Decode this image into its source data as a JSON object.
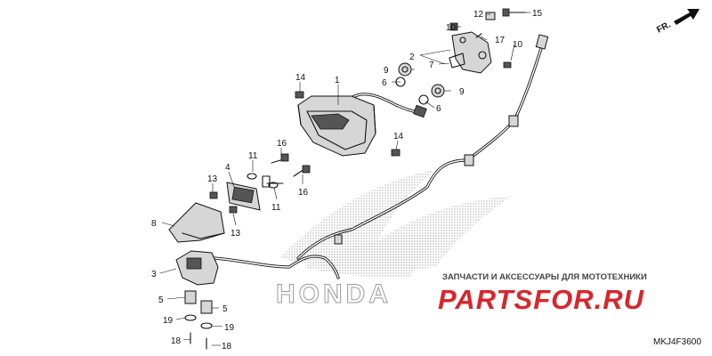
{
  "orientation": {
    "label": "FR."
  },
  "diagram_code": "MKJ4F3600",
  "watermark": {
    "top_text": "ЗАПЧАСТИ И АКСЕССУАРЫ ДЛЯ МОТОТЕХНИКИ",
    "brand_text": "PARTSFOR.RU",
    "logo_text": "HONDA",
    "brand_color": "#d9262c"
  },
  "callouts": {
    "c1": "1",
    "c2": "2",
    "c3": "3",
    "c4": "4",
    "c5a": "5",
    "c5b": "5",
    "c6a": "6",
    "c6b": "6",
    "c7": "7",
    "c8": "8",
    "c9a": "9",
    "c9b": "9",
    "c10a": "10",
    "c10b": "10",
    "c11a": "11",
    "c11b": "11",
    "c12": "12",
    "c13a": "13",
    "c13b": "13",
    "c14a": "14",
    "c14b": "14",
    "c15": "15",
    "c16a": "16",
    "c16b": "16",
    "c17": "17",
    "c18a": "18",
    "c18b": "18",
    "c19a": "19",
    "c19b": "19"
  }
}
